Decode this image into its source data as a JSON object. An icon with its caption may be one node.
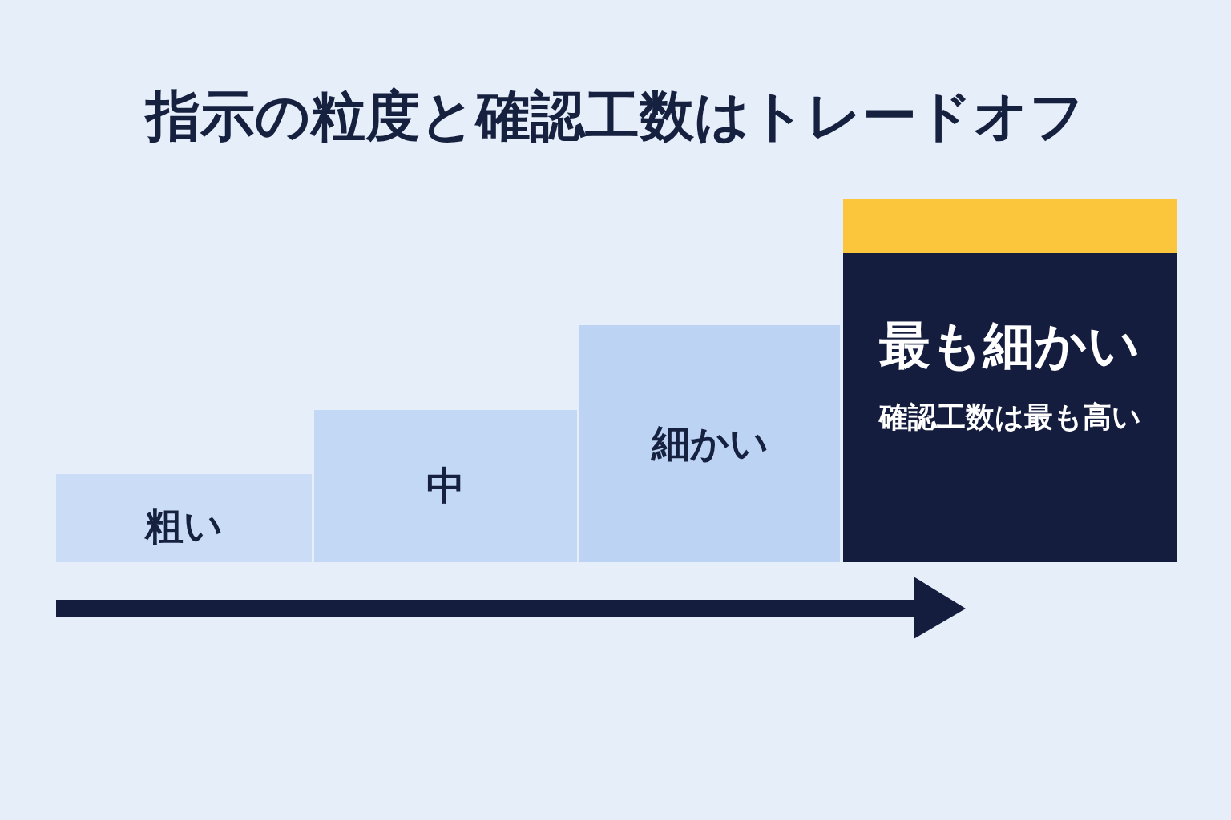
{
  "diagram": {
    "title": "指示の粒度と確認工数はトレードオフ",
    "nodes": [
      {
        "text": [
          "粗い"
        ]
      },
      {
        "text": [
          "中"
        ]
      },
      {
        "text": [
          "細かい"
        ]
      },
      {
        "text": [
          "最も細かい",
          "確認工数は最も高い"
        ]
      }
    ]
  }
}
